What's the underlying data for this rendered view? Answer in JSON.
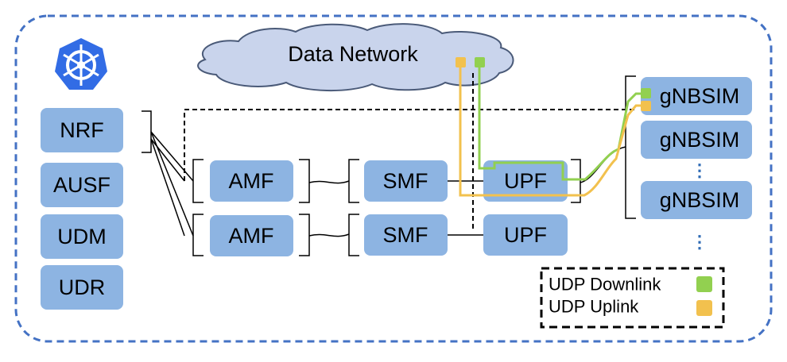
{
  "cloud": {
    "label": "Data Network"
  },
  "left_functions": [
    "NRF",
    "AUSF",
    "UDM",
    "UDR"
  ],
  "amf_labels": [
    "AMF",
    "AMF"
  ],
  "smf_labels": [
    "SMF",
    "SMF"
  ],
  "upf_labels": [
    "UPF",
    "UPF"
  ],
  "gnbsim_labels": [
    "gNBSIM",
    "gNBSIM",
    "gNBSIM"
  ],
  "ellipsis": {
    "vertical": "⋮"
  },
  "legend": {
    "downlink_label": "UDP Downlink",
    "uplink_label": "UDP Uplink"
  },
  "colors": {
    "box_fill": "#8DB4E2",
    "box_fill_alt": "#95B3D7",
    "cloud_fill": "#C9D4EC",
    "border_dash": "#4472C4",
    "downlink": "#92D050",
    "uplink": "#F2C14E",
    "k8s_logo": "#326CE5"
  }
}
